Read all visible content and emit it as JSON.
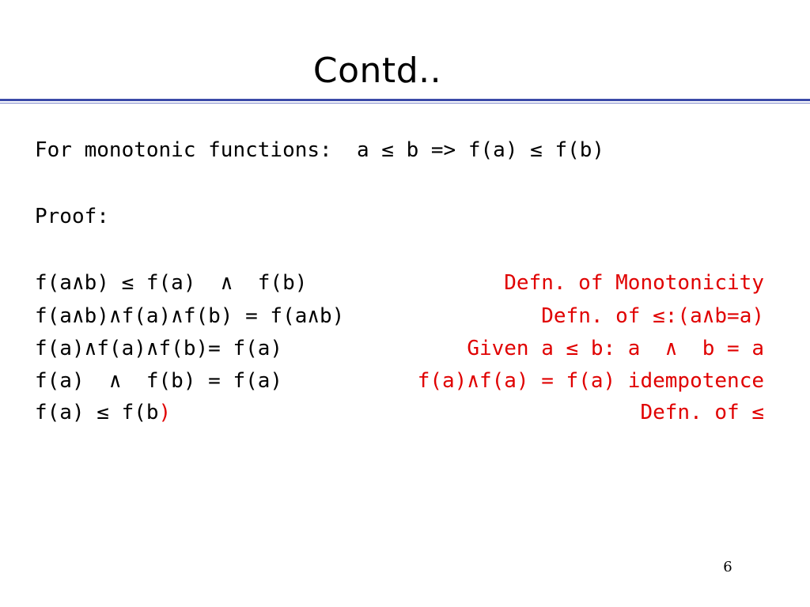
{
  "slide": {
    "title": "Contd..",
    "statement": "For monotonic functions:  a ≤ b => f(a) ≤ f(b)",
    "proof_label": "Proof:",
    "proof_steps": [
      {
        "statement": "f(a∧b) ≤ f(a)  ∧  f(b)",
        "reason": "Defn. of Monotonicity"
      },
      {
        "statement": "f(a∧b)∧f(a)∧f(b) = f(a∧b)",
        "reason": "Defn. of ≤:(a∧b=a)"
      },
      {
        "statement": "f(a)∧f(a)∧f(b)= f(a)",
        "reason": "Given a ≤ b: a  ∧  b = a"
      },
      {
        "statement": "f(a)  ∧  f(b) = f(a)",
        "reason": "f(a)∧f(a) = f(a) idempotence"
      },
      {
        "statement": "f(a) ≤ f(b",
        "statement_tail": ")",
        "reason": "Defn. of ≤"
      }
    ],
    "page_number": "6"
  },
  "colors": {
    "text": "#000000",
    "reason": "#e00000",
    "rule": "#3b4aa8"
  }
}
